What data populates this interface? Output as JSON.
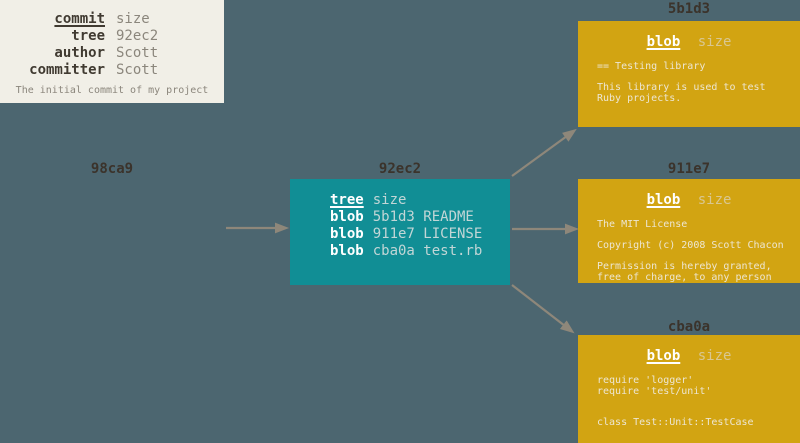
{
  "colors": {
    "bg": "#4c6670",
    "cream": "#f1efe7",
    "teal": "#118e95",
    "gold": "#d2a412",
    "label": "#3b332b",
    "arrow": "#8e877a",
    "darkText": "#403a31",
    "creamMuted": "#8b867c",
    "tealMuted": "#c2d6d6",
    "goldMuted": "#d9c791",
    "goldContent": "#ede6d2",
    "white": "#ffffff"
  },
  "commit": {
    "hash": "98ca9",
    "rows": [
      {
        "key": "commit",
        "value": "size"
      },
      {
        "key": "tree",
        "value": "92ec2"
      },
      {
        "key": "author",
        "value": "Scott"
      },
      {
        "key": "committer",
        "value": "Scott"
      }
    ],
    "message": "The initial commit of my project"
  },
  "tree": {
    "hash": "92ec2",
    "rows": [
      {
        "key": "tree",
        "value": "size"
      },
      {
        "key": "blob",
        "value": "5b1d3 README"
      },
      {
        "key": "blob",
        "value": "911e7 LICENSE"
      },
      {
        "key": "blob",
        "value": "cba0a test.rb"
      }
    ]
  },
  "blobs": [
    {
      "hash": "5b1d3",
      "type_label": "blob",
      "size_label": "size",
      "lines": [
        "== Testing library",
        "",
        "This library is used to test",
        "Ruby projects."
      ]
    },
    {
      "hash": "911e7",
      "type_label": "blob",
      "size_label": "size",
      "lines": [
        "The MIT License",
        "",
        "Copyright (c) 2008 Scott Chacon",
        "",
        "Permission is hereby granted,",
        "free of charge, to any person"
      ]
    },
    {
      "hash": "cba0a",
      "type_label": "blob",
      "size_label": "size",
      "lines": [
        "require 'logger'",
        "require 'test/unit'",
        "",
        "",
        "class Test::Unit::TestCase"
      ]
    }
  ]
}
